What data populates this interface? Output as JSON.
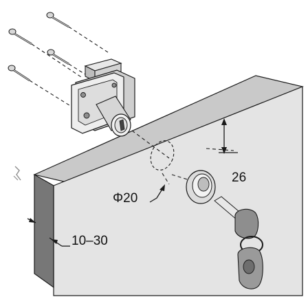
{
  "diagram": {
    "dimensions": {
      "height_offset": "26",
      "hole_diameter": "Φ20",
      "panel_thickness": "10–30"
    },
    "parts": {
      "screws": {
        "count": 4
      },
      "lock_body": {
        "shown": true
      },
      "trim_ring": {
        "shown": true
      },
      "keys": {
        "count": 2
      }
    },
    "colors": {
      "panel_front": "#e4e4e4",
      "panel_top": "#c9c9c9",
      "panel_side": "#777777",
      "metal_light": "#eeeeee",
      "metal_mid": "#cfcfcf",
      "metal_dark": "#8e8e8e",
      "outline": "#1a1a1a"
    }
  }
}
